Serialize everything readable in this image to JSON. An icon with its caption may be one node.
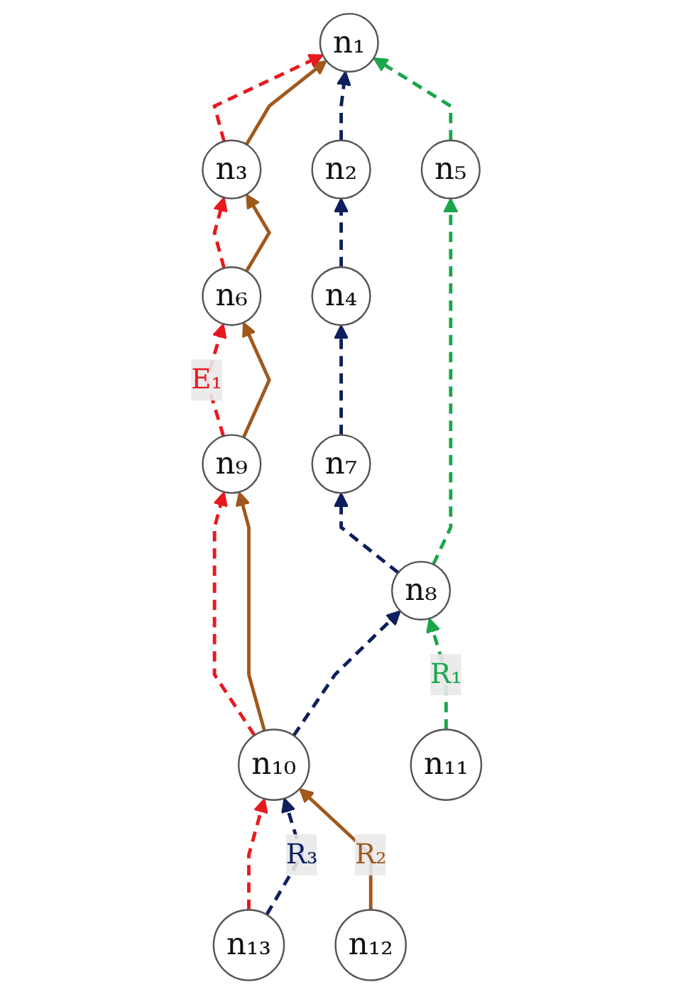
{
  "diagram": {
    "nodes": [
      {
        "text": [
          "n₁"
        ]
      },
      {
        "text": [
          "n₂"
        ]
      },
      {
        "text": [
          "n₃"
        ]
      },
      {
        "text": [
          "n₄"
        ]
      },
      {
        "text": [
          "n₅"
        ]
      },
      {
        "text": [
          "n₆"
        ]
      },
      {
        "text": [
          "n₇"
        ]
      },
      {
        "text": [
          "n₈"
        ]
      },
      {
        "text": [
          "n₉"
        ]
      },
      {
        "text": [
          "n₁₀"
        ]
      },
      {
        "text": [
          "n₁₁"
        ]
      },
      {
        "text": [
          "n₁₂"
        ]
      },
      {
        "text": [
          "n₁₃"
        ]
      }
    ],
    "edges": [
      {
        "from": 1,
        "to": 0,
        "arrow": "to",
        "style": "dashed",
        "color": "#0d1f5c"
      },
      {
        "from": 4,
        "to": 0,
        "arrow": "to",
        "style": "dashed",
        "color": "#1aa64a"
      },
      {
        "from": 2,
        "to": 0,
        "arrow": "to",
        "color": "#a0581c"
      },
      {
        "from": 2,
        "to": 0,
        "arrow": "to",
        "style": "dashed",
        "color": "#e8191e"
      },
      {
        "from": 3,
        "to": 1,
        "arrow": "to",
        "style": "dashed",
        "color": "#0d1f5c"
      },
      {
        "from": 5,
        "to": 2,
        "arrow": "to",
        "color": "#a0581c"
      },
      {
        "from": 5,
        "to": 2,
        "arrow": "to",
        "style": "dashed",
        "color": "#e8191e"
      },
      {
        "from": 6,
        "to": 3,
        "arrow": "to",
        "style": "dashed",
        "color": "#0d1f5c"
      },
      {
        "from": 7,
        "to": 4,
        "arrow": "to",
        "style": "dashed",
        "color": "#1aa64a"
      },
      {
        "from": 8,
        "to": 5,
        "arrow": "to",
        "color": "#a0581c"
      },
      {
        "from": 8,
        "to": 5,
        "arrow": "to",
        "style": "dashed",
        "color": "#e8191e",
        "label": "E₁"
      },
      {
        "from": 7,
        "to": 6,
        "arrow": "to",
        "style": "dashed",
        "color": "#0d1f5c"
      },
      {
        "from": 9,
        "to": 7,
        "arrow": "to",
        "style": "dashed",
        "color": "#0d1f5c"
      },
      {
        "from": 10,
        "to": 7,
        "arrow": "to",
        "style": "dashed",
        "color": "#1aa64a",
        "label": "R₁"
      },
      {
        "from": 9,
        "to": 8,
        "arrow": "to",
        "color": "#a0581c"
      },
      {
        "from": 9,
        "to": 8,
        "arrow": "to",
        "style": "dashed",
        "color": "#e8191e"
      },
      {
        "from": 11,
        "to": 9,
        "arrow": "to",
        "color": "#a0581c",
        "label": "R₂"
      },
      {
        "from": 12,
        "to": 9,
        "arrow": "to",
        "style": "dashed",
        "color": "#0d1f5c",
        "label": "R₃"
      },
      {
        "from": 12,
        "to": 9,
        "arrow": "to",
        "style": "dashed",
        "color": "#e8191e"
      }
    ]
  }
}
